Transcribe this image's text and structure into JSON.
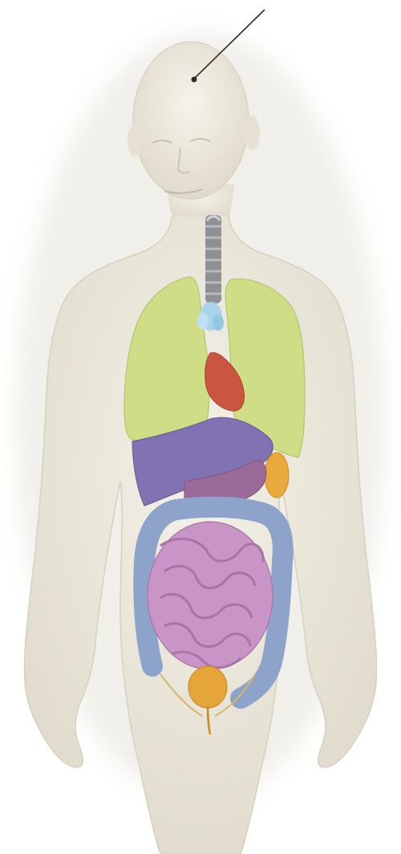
{
  "figure": {
    "subject": "human-torso-internal-organs",
    "background_color": "#ffffff",
    "skin_color": "#ece8dc",
    "organs": [
      {
        "id": "brain",
        "name": "pointer-target-head",
        "color": "#2b2b2b"
      },
      {
        "id": "trachea",
        "name": "trachea",
        "color": "#8a8a92"
      },
      {
        "id": "thyroid",
        "name": "thyroid",
        "color": "#a9d4ec"
      },
      {
        "id": "lungs",
        "name": "lungs",
        "color": "#cfdd86"
      },
      {
        "id": "heart",
        "name": "heart",
        "color": "#c9573f"
      },
      {
        "id": "liver",
        "name": "liver",
        "color": "#8173b3"
      },
      {
        "id": "gallbladder",
        "name": "gallbladder",
        "color": "#e9a93c"
      },
      {
        "id": "stomach",
        "name": "stomach",
        "color": "#9a6b98"
      },
      {
        "id": "large-intestine",
        "name": "large-intestine",
        "color": "#8ea3c9"
      },
      {
        "id": "small-intestine",
        "name": "small-intestine",
        "color": "#c994c6"
      },
      {
        "id": "bladder",
        "name": "bladder",
        "color": "#e6a538"
      }
    ],
    "pointer_line_color": "#2b2b2b"
  }
}
